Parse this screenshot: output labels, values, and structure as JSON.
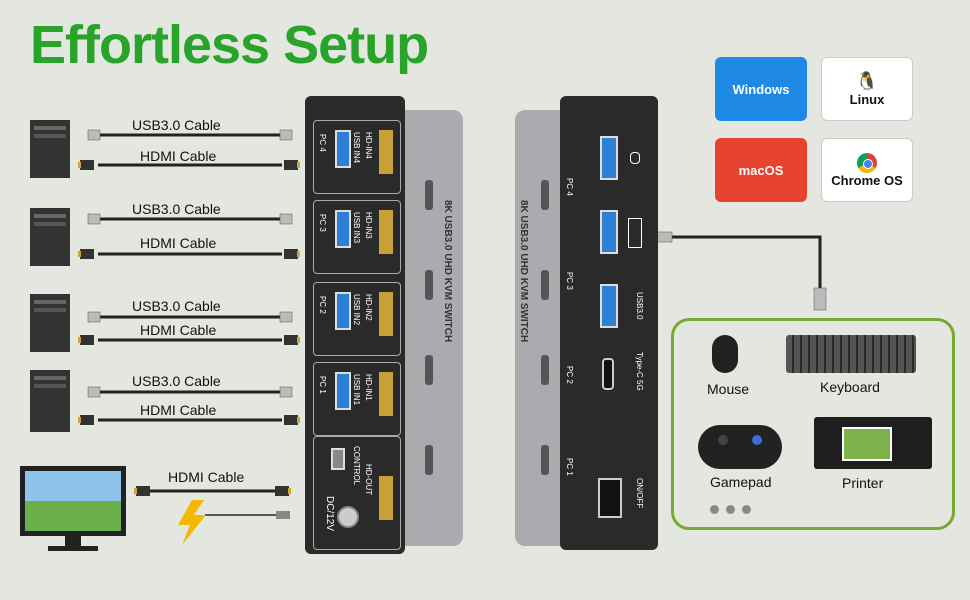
{
  "title": "Effortless Setup",
  "pcs": [
    {
      "usb_label": "USB3.0 Cable",
      "hdmi_label": "HDMI Cable"
    },
    {
      "usb_label": "USB3.0 Cable",
      "hdmi_label": "HDMI Cable"
    },
    {
      "usb_label": "USB3.0 Cable",
      "hdmi_label": "HDMI Cable"
    },
    {
      "usb_label": "USB3.0 Cable",
      "hdmi_label": "HDMI Cable"
    }
  ],
  "monitor_cable_label": "HDMI Cable",
  "front_panel": {
    "ports": [
      {
        "pc": "PC 4",
        "usb": "USB IN4",
        "hdmi": "HD-IN4"
      },
      {
        "pc": "PC 3",
        "usb": "USB IN3",
        "hdmi": "HD-IN3"
      },
      {
        "pc": "PC 2",
        "usb": "USB IN2",
        "hdmi": "HD-IN2"
      },
      {
        "pc": "PC 1",
        "usb": "USB IN1",
        "hdmi": "HD-IN1"
      }
    ],
    "control": "CONTROL",
    "hd_out": "HD-OUT",
    "dc": "DC/12V",
    "side_text": "8K USB3.0 UHD KVM SWITCH"
  },
  "back_panel": {
    "pc_labels": [
      "PC 4",
      "PC 3",
      "PC 2",
      "PC 1"
    ],
    "usb": "USB3.0",
    "typec": "Type-C 5G",
    "onoff": "ON/OFF",
    "side_text": "8K USB3.0 UHD KVM SWITCH"
  },
  "os": [
    {
      "name": "Windows",
      "bg": "#1e88e5",
      "fg": "#ffffff"
    },
    {
      "name": "Linux",
      "bg": "#ffffff",
      "fg": "#111111"
    },
    {
      "name": "macOS",
      "bg": "#e8432f",
      "fg": "#ffffff"
    },
    {
      "name": "Chrome OS",
      "bg": "#ffffff",
      "fg": "#111111"
    }
  ],
  "devices": {
    "mouse": "Mouse",
    "keyboard": "Keyboard",
    "gamepad": "Gamepad",
    "printer": "Printer"
  },
  "colors": {
    "title": "#2aa32a",
    "frame": "#7aa832",
    "bolt": "#f5b800"
  }
}
